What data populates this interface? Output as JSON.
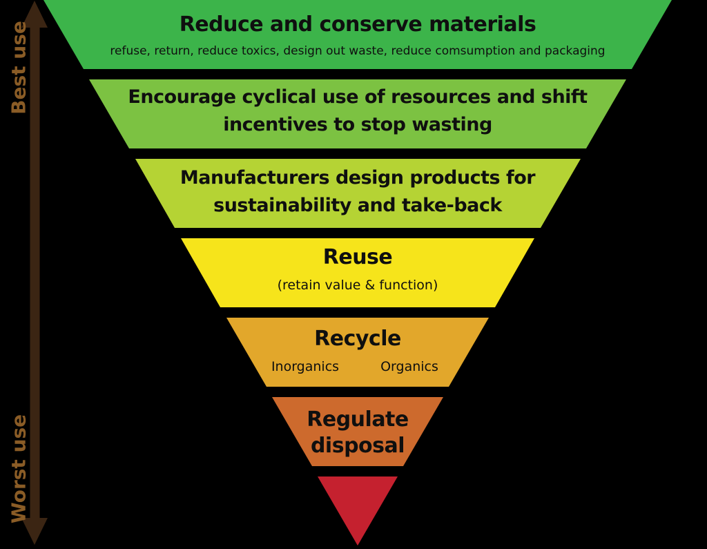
{
  "diagram": {
    "type": "inverted-pyramid-waste-hierarchy",
    "background_color": "#000000",
    "text_color": "#0f0f0f"
  },
  "axis": {
    "best_label": "Best use",
    "worst_label": "Worst use",
    "arrow_color": "#3b2513",
    "label_color": "#8a5c26"
  },
  "pyramid": {
    "levels": [
      {
        "rank": 1,
        "color": "#3cb44a",
        "lines": [
          "Reduce and conserve materials"
        ],
        "subtitle": "refuse, return, reduce toxics, design out waste, reduce comsumption and packaging"
      },
      {
        "rank": 2,
        "color": "#7cc242",
        "lines": [
          "Encourage cyclical use of resources and shift",
          "incentives to stop wasting"
        ]
      },
      {
        "rank": 3,
        "color": "#b5d334",
        "lines": [
          "Manufacturers design products for",
          "sustainability and take-back"
        ]
      },
      {
        "rank": 4,
        "color": "#f6e41b",
        "lines": [
          "Reuse"
        ],
        "subtitle": "(retain value & function)"
      },
      {
        "rank": 5,
        "color": "#e2a72b",
        "lines": [
          "Recycle"
        ],
        "sublabels": [
          "Inorganics",
          "Organics"
        ]
      },
      {
        "rank": 6,
        "color": "#cd6a2d",
        "lines": [
          "Regulate",
          "disposal"
        ]
      },
      {
        "rank": 7,
        "color": "#c5212f",
        "lines": []
      }
    ]
  }
}
